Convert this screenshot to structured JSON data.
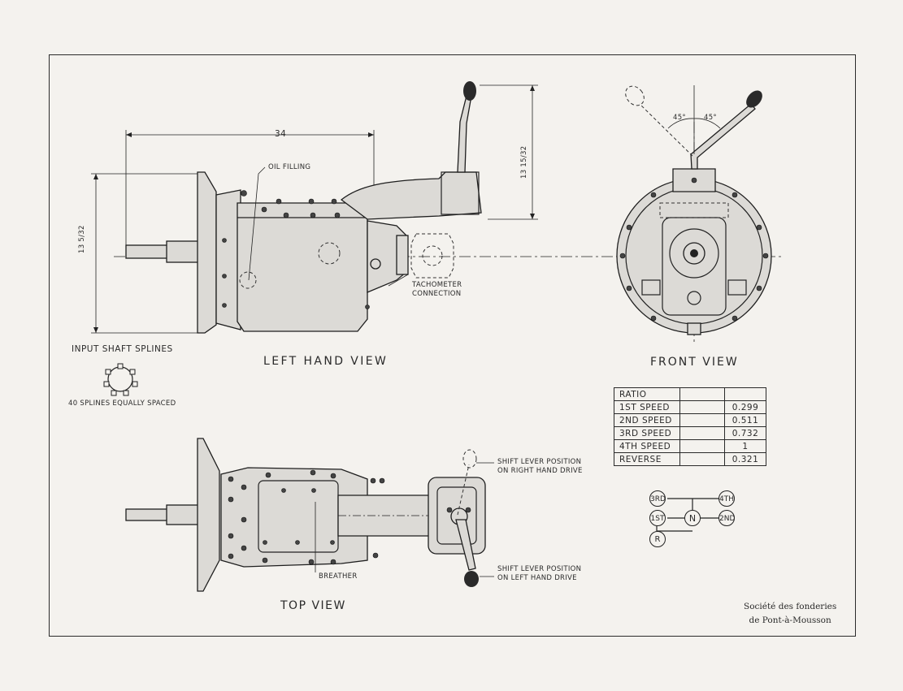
{
  "views": {
    "left_hand": "LEFT HAND VIEW",
    "front": "FRONT VIEW",
    "top": "TOP VIEW"
  },
  "dimensions": {
    "length": "34",
    "height_left": "13 5/32",
    "height_right": "13 15/32",
    "angle_left": "45°",
    "angle_right": "45°"
  },
  "callouts": {
    "oil_filling": "OIL FILLING",
    "tachometer_line1": "TACHOMETER",
    "tachometer_line2": "CONNECTION",
    "breather": "BREATHER",
    "shift_rhd_line1": "SHIFT LEVER POSITION",
    "shift_rhd_line2": "ON RIGHT HAND DRIVE",
    "shift_lhd_line1": "SHIFT LEVER POSITION",
    "shift_lhd_line2": "ON LEFT HAND DRIVE"
  },
  "splines": {
    "title": "INPUT SHAFT SPLINES",
    "note": "40 SPLINES EQUALLY SPACED"
  },
  "ratio_table": {
    "header": "RATIO",
    "rows": [
      {
        "gear": "1ST SPEED",
        "ratio": "0.299"
      },
      {
        "gear": "2ND SPEED",
        "ratio": "0.511"
      },
      {
        "gear": "3RD SPEED",
        "ratio": "0.732"
      },
      {
        "gear": "4TH SPEED",
        "ratio": "1"
      },
      {
        "gear": "REVERSE",
        "ratio": "0.321"
      }
    ]
  },
  "shift_pattern": {
    "third": "3RD",
    "fourth": "4TH",
    "first": "1ST",
    "neutral": "N",
    "second": "2ND",
    "reverse": "R"
  },
  "credit": {
    "line1": "Société des fonderies",
    "line2": "de Pont-à-Mousson"
  }
}
